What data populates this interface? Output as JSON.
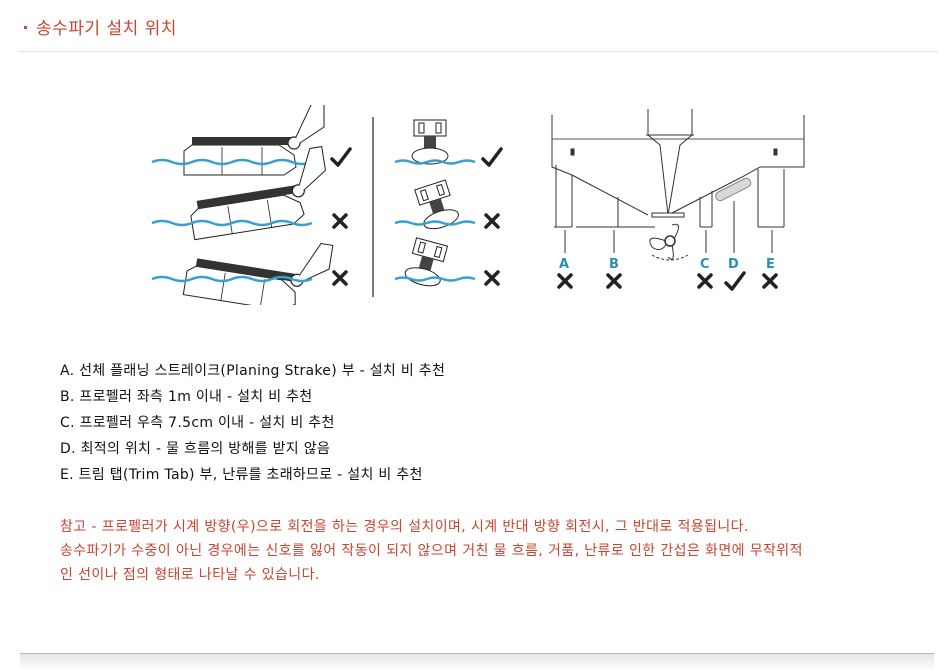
{
  "header": {
    "title": "송수파기 설치 위치",
    "accent_color": "#c9452f"
  },
  "figure": {
    "left_panel": {
      "description": "side-view transducer angle",
      "rows": [
        {
          "status": "ok",
          "icon": "check-icon"
        },
        {
          "status": "bad",
          "icon": "x-icon"
        },
        {
          "status": "bad",
          "icon": "x-icon"
        }
      ]
    },
    "middle_panel": {
      "description": "rear-view transducer angle",
      "rows": [
        {
          "status": "ok",
          "icon": "check-icon"
        },
        {
          "status": "bad",
          "icon": "x-icon"
        },
        {
          "status": "bad",
          "icon": "x-icon"
        }
      ]
    },
    "right_panel": {
      "description": "hull mounting positions",
      "positions": [
        {
          "label": "A",
          "status": "bad"
        },
        {
          "label": "B",
          "status": "bad"
        },
        {
          "label": "C",
          "status": "bad"
        },
        {
          "label": "D",
          "status": "ok"
        },
        {
          "label": "E",
          "status": "bad"
        }
      ],
      "label_color": "#2a8fb0",
      "water_color": "#3a9fd0"
    }
  },
  "legend": {
    "items": [
      "A. 선체 플래닝 스트레이크(Planing Strake) 부 - 설치 비 추천",
      "B. 프로펠러 좌측 1m 이내 - 설치 비 추천",
      "C. 프로펠러 우측 7.5cm 이내 - 설치 비 추천",
      "D. 최적의 위치 - 물 흐름의 방해를 받지 않음",
      "E. 트림 탭(Trim Tab) 부, 난류를 초래하므로 - 설치 비 추천"
    ]
  },
  "notes": {
    "lines": [
      "참고 - 프로펠러가 시계 방향(우)으로 회전을 하는 경우의 설치이며, 시계 반대 방향 회전시, 그 반대로 적용됩니다.",
      "송수파기가 수중이 아닌 경우에는 신호를 잃어 작동이 되지 않으며 거친 물 흐름, 거품, 난류로 인한 간섭은 화면에 무작위적",
      "인 선이나 점의 형태로 나타날 수 있습니다."
    ]
  }
}
